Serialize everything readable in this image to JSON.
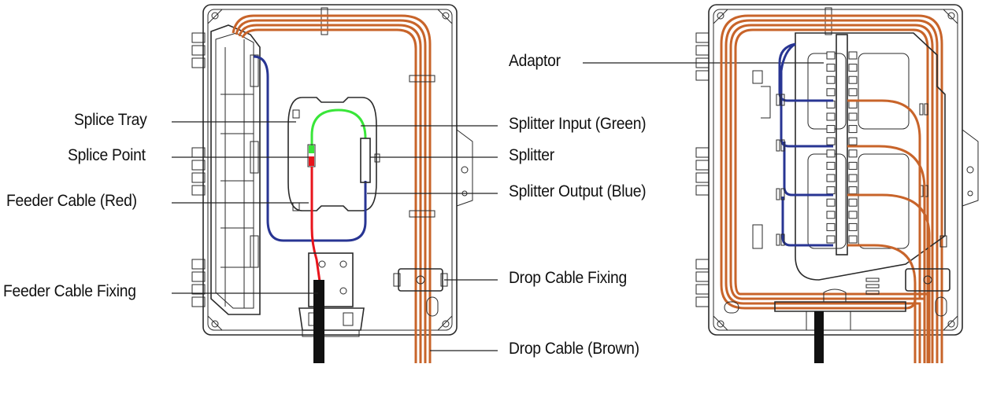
{
  "colors": {
    "outline": "#2a2a2a",
    "fiber_brown": "#c8642a",
    "fiber_blue": "#283593",
    "fiber_green": "#39e639",
    "fiber_red": "#e8141c",
    "cable_black": "#111111"
  },
  "labels": {
    "splice_tray": "Splice Tray",
    "splice_point": "Splice Point",
    "feeder_cable_red": "Feeder Cable (Red)",
    "feeder_cable_fixing": "Feeder Cable Fixing",
    "adaptor": "Adaptor",
    "splitter_input_green": "Splitter Input (Green)",
    "splitter": "Splitter",
    "splitter_output_blue": "Splitter Output (Blue)",
    "drop_cable_fixing": "Drop Cable Fixing",
    "drop_cable_brown": "Drop Cable (Brown)"
  }
}
